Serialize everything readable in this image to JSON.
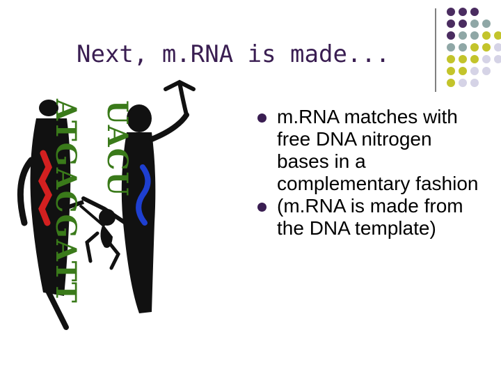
{
  "slide": {
    "title": "Next, m.RNA is made...",
    "bullets": [
      {
        "text": "m.RNA matches with free DNA nitrogen bases in a complementary fashion"
      },
      {
        "text": "(m.RNA is made from the DNA template)"
      }
    ]
  },
  "illustration": {
    "dna_sequence": "ATGACGATT",
    "rna_sequence": "UACU"
  },
  "colors": {
    "title": "#3a1e52",
    "dot_purple": "#4a2c60",
    "dot_teal": "#8fa7a6",
    "dot_olive": "#c3c42b",
    "dot_lavender": "#d5d3e6",
    "sequence_green": "#3a7a1a",
    "strand_red": "#d32020",
    "strand_blue": "#1e3fd0"
  }
}
